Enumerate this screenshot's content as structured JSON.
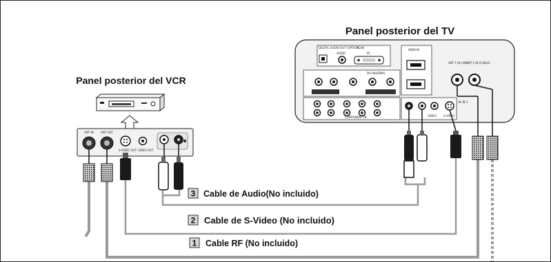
{
  "tv_panel_title": "Panel posterior del TV",
  "vcr_panel_title": "Panel posterior del VCR",
  "cables": [
    {
      "number": "3",
      "label": "Cable de Audio(No incluido)"
    },
    {
      "number": "2",
      "label": "Cable de S-Video (No incluido)"
    },
    {
      "number": "1",
      "label": "Cable RF (No incluido)"
    }
  ],
  "vcr_jacks": {
    "ant_in": "ANT IN",
    "ant_out": "ANT OUT",
    "svideo_out": "S-VIDEO OUT",
    "video_out": "VIDEO OUT"
  },
  "tv_jacks": {
    "digital_audio_out": "DIGITAL AUDIO OUT (OPTICAL)",
    "pc_in": "PC IN",
    "audio": "AUDIO",
    "pc": "PC",
    "hdmi_in": "HDMI IN",
    "dvi_in": "DVI IN(HDMI)",
    "ant1": "ANT 1 IN (AIR)",
    "ant2": "ANT 2 IN (CABLE)",
    "component_in": "COMPONENT IN",
    "video": "VIDEO",
    "svideo": "S-VIDEO",
    "av_in": "AV IN 1"
  },
  "colors": {
    "panel_fill": "#f2f2f2",
    "cable_gray": "#9a9a9a",
    "connector_black": "#1a1a1a"
  }
}
